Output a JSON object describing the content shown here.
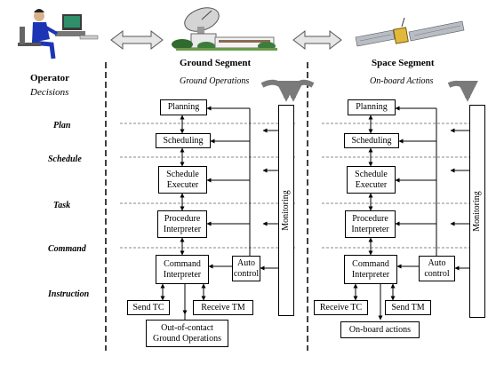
{
  "left_panel": {
    "operator": "Operator",
    "decisions": "Decisions",
    "levels": [
      "Plan",
      "Schedule",
      "Task",
      "Command",
      "Instruction"
    ]
  },
  "ground": {
    "title": "Ground Segment",
    "subtitle": "Ground Operations",
    "planning": "Planning",
    "scheduling": "Scheduling",
    "schedule_executer": "Schedule\nExecuter",
    "procedure_interpreter": "Procedure\nInterpreter",
    "command_interpreter": "Command\nInterpreter",
    "auto_control": "Auto\ncontrol",
    "monitoring": "Monitoring",
    "send_tc": "Send TC",
    "receive_tm": "Receive TM",
    "out_of_contact": "Out-of-contact\nGround Operations"
  },
  "space": {
    "title": "Space Segment",
    "subtitle": "On-board Actions",
    "planning": "Planning",
    "scheduling": "Scheduling",
    "schedule_executer": "Schedule\nExecuter",
    "procedure_interpreter": "Procedure\nInterpreter",
    "command_interpreter": "Command\nInterpreter",
    "auto_control": "Auto\ncontrol",
    "monitoring": "Monitoring",
    "receive_tc": "Receive TC",
    "send_tm": "Send TM",
    "onboard_actions": "On-board actions"
  }
}
